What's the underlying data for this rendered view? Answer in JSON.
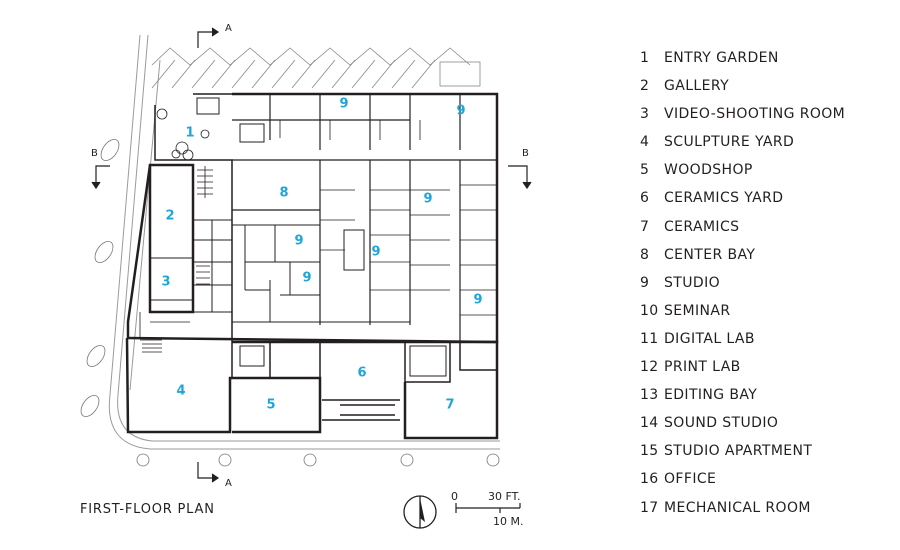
{
  "legend": [
    {
      "num": "1",
      "label": "ENTRY GARDEN"
    },
    {
      "num": "2",
      "label": "GALLERY"
    },
    {
      "num": "3",
      "label": "VIDEO-SHOOTING ROOM"
    },
    {
      "num": "4",
      "label": "SCULPTURE YARD"
    },
    {
      "num": "5",
      "label": "WOODSHOP"
    },
    {
      "num": "6",
      "label": "CERAMICS YARD"
    },
    {
      "num": "7",
      "label": "CERAMICS"
    },
    {
      "num": "8",
      "label": "CENTER BAY"
    },
    {
      "num": "9",
      "label": "STUDIO"
    },
    {
      "num": "10",
      "label": "SEMINAR"
    },
    {
      "num": "11",
      "label": "DIGITAL LAB"
    },
    {
      "num": "12",
      "label": "PRINT LAB"
    },
    {
      "num": "13",
      "label": "EDITING BAY"
    },
    {
      "num": "14",
      "label": "SOUND STUDIO"
    },
    {
      "num": "15",
      "label": "STUDIO APARTMENT"
    },
    {
      "num": "16",
      "label": "OFFICE"
    },
    {
      "num": "17",
      "label": "MECHANICAL ROOM"
    }
  ],
  "plan_title": "FIRST-FLOOR PLAN",
  "room_labels": {
    "entry_garden": "1",
    "gallery": "2",
    "video_room": "3",
    "sculpture_yard": "4",
    "woodshop": "5",
    "ceramics_yard": "6",
    "ceramics": "7",
    "center_bay": "8",
    "studio": "9"
  },
  "section_marks": {
    "a": "A",
    "b": "B"
  },
  "scale": {
    "zero": "0",
    "feet": "30 FT.",
    "meters": "10 M."
  },
  "colors": {
    "room_number": "#1ea6d9",
    "line": "#231f20",
    "light_line": "#9a9a9a"
  }
}
